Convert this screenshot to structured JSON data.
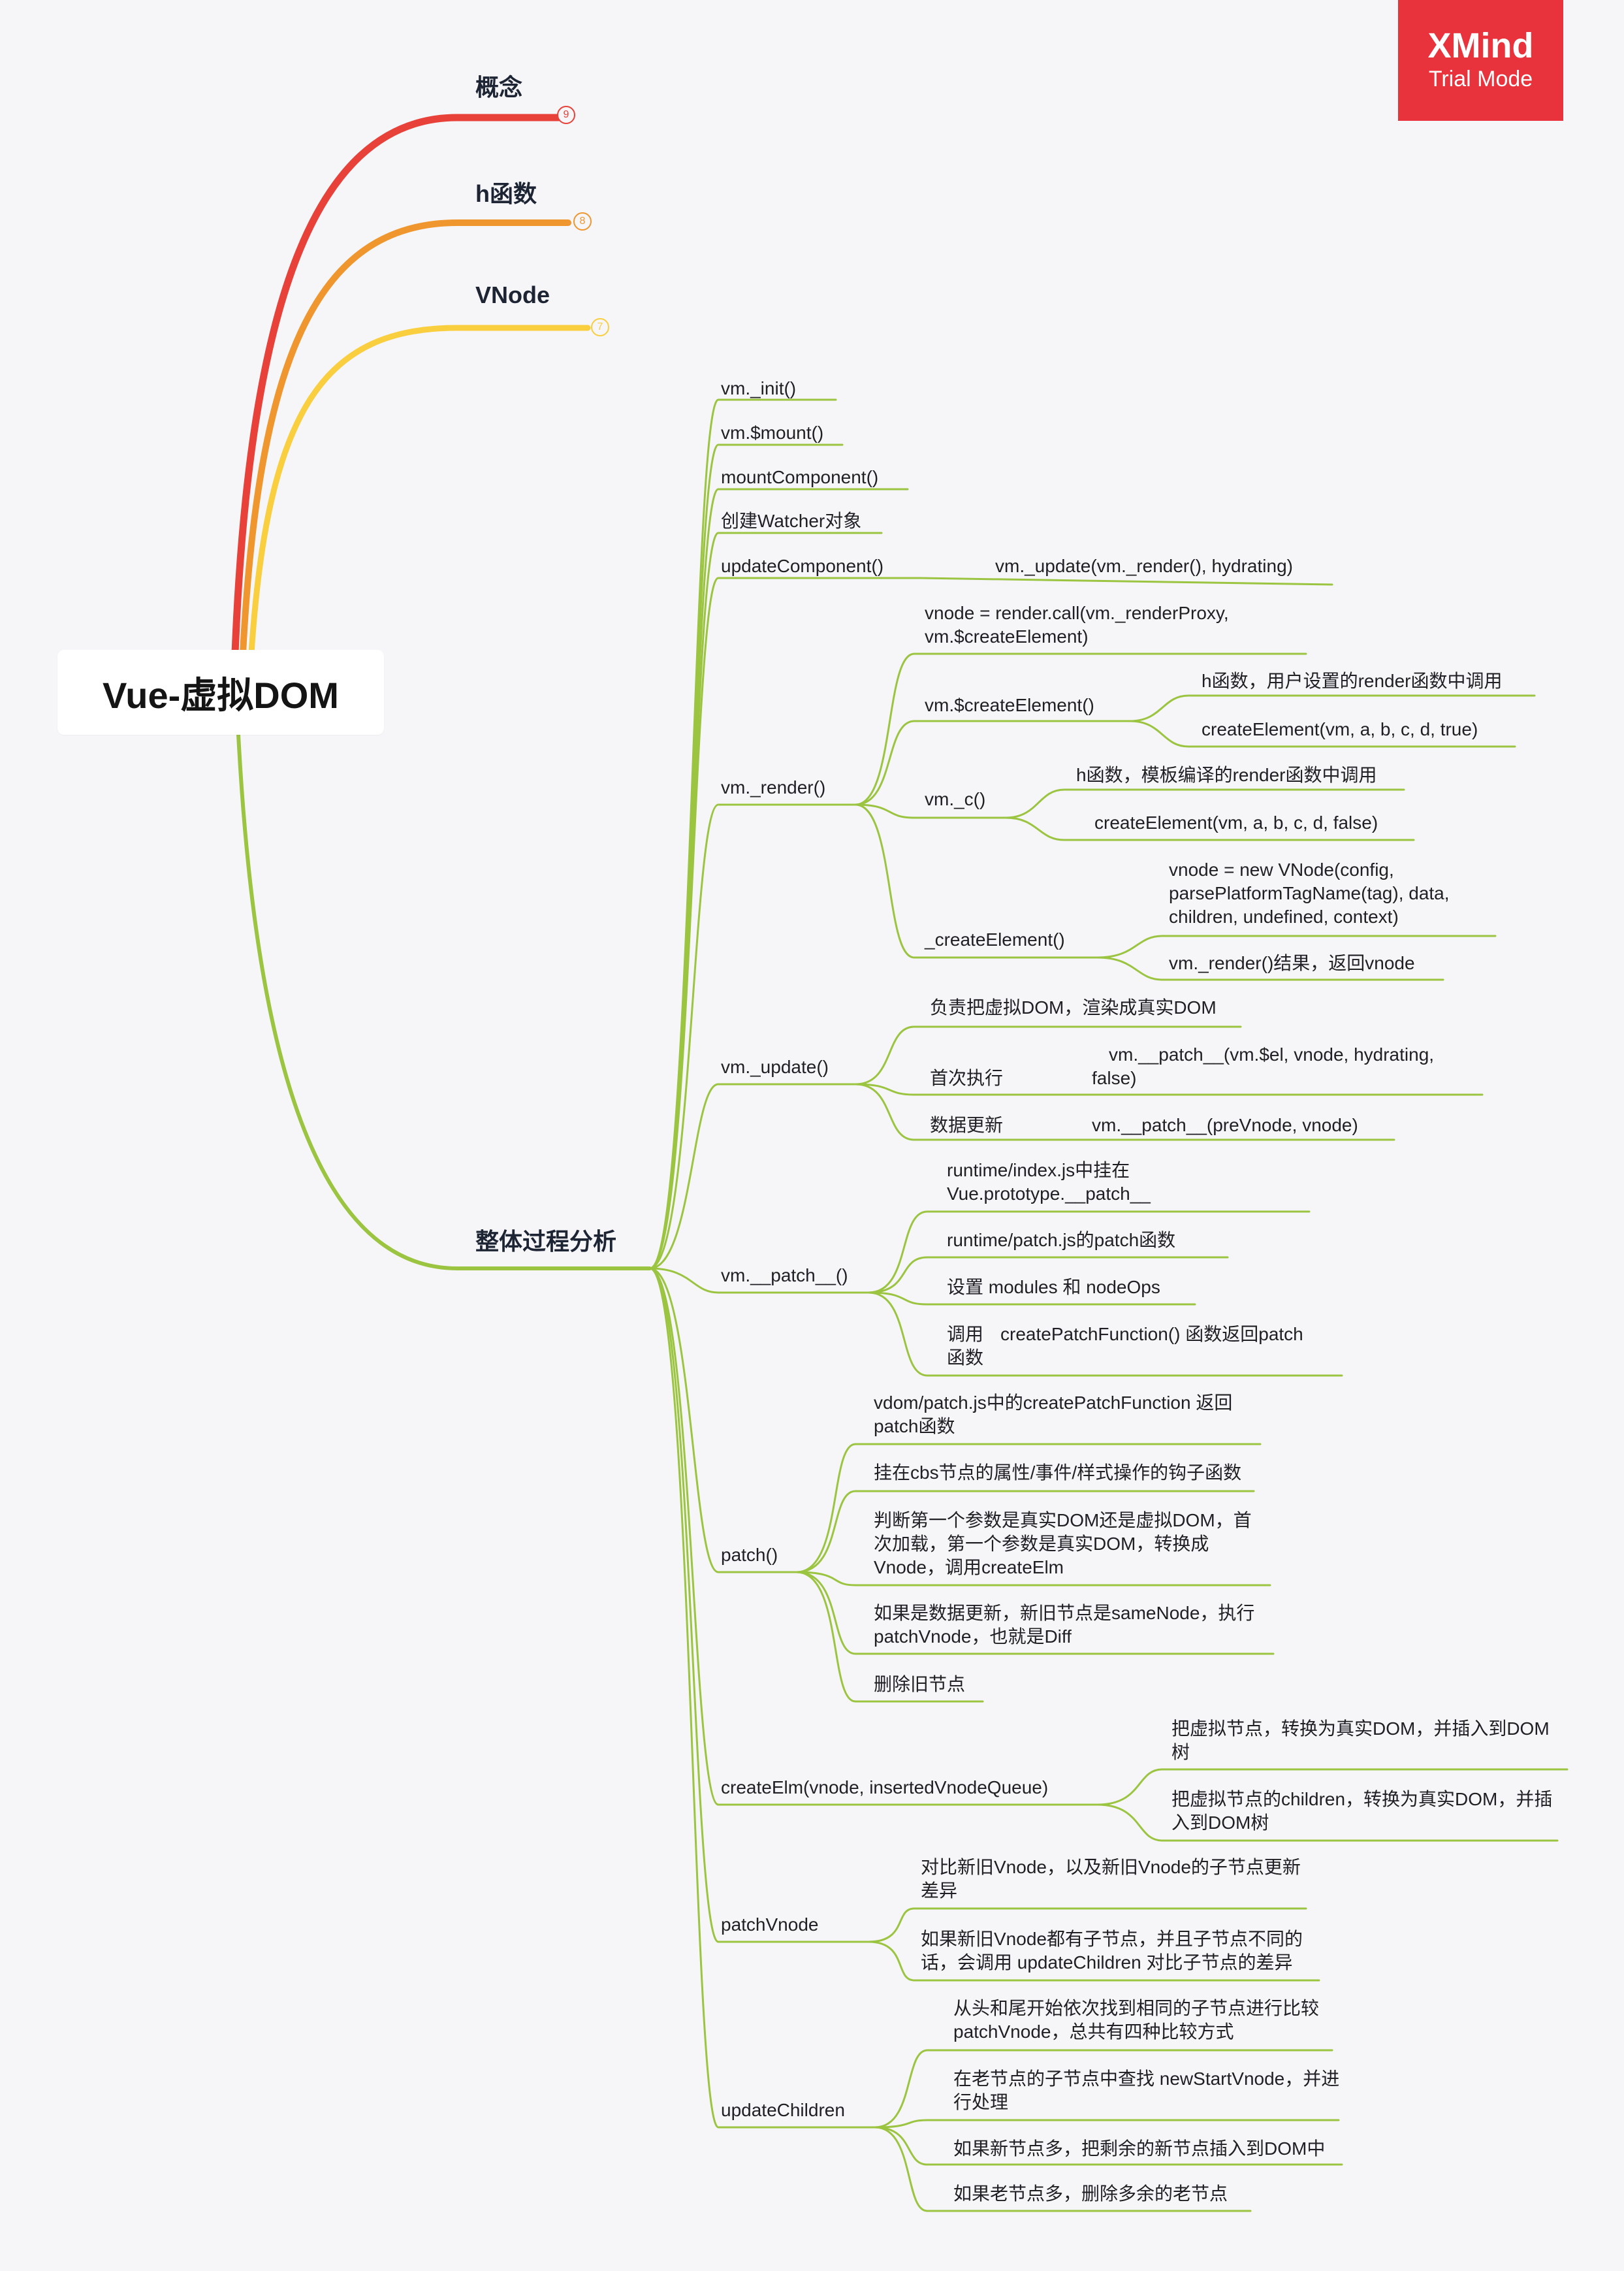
{
  "root": {
    "title": "Vue-虚拟DOM"
  },
  "watermark": {
    "brand": "XMind",
    "mode": "Trial Mode"
  },
  "colors": {
    "red": "#e8413a",
    "orange": "#f0962e",
    "yellow": "#f9ce3f",
    "green": "#9bc441"
  },
  "branches": [
    {
      "label": "概念",
      "count": "9"
    },
    {
      "label": "h函数",
      "count": "8"
    },
    {
      "label": "VNode",
      "count": "7"
    },
    {
      "label": "整体过程分析"
    }
  ],
  "steps": [
    {
      "label": "vm._init()"
    },
    {
      "label": "vm.$mount()"
    },
    {
      "label": "mountComponent()"
    },
    {
      "label": "创建Watcher对象"
    },
    {
      "label": "updateComponent()",
      "children": [
        {
          "label": "vm._update(vm._render(), hydrating)"
        }
      ]
    },
    {
      "label": "vm._render()",
      "children": [
        {
          "label": "vnode = render.call(vm._renderProxy, vm.$createElement)"
        },
        {
          "label": "vm.$createElement()",
          "children": [
            {
              "label": "h函数，用户设置的render函数中调用"
            },
            {
              "label": "createElement(vm, a, b, c, d, true)"
            }
          ]
        },
        {
          "label": "vm._c()",
          "children": [
            {
              "label": "h函数，模板编译的render函数中调用"
            },
            {
              "label": "createElement(vm, a, b, c, d, false)"
            }
          ]
        },
        {
          "label": "_createElement()",
          "children": [
            {
              "label": "vnode = new VNode(config, parsePlatformTagName(tag), data, children, undefined, context)"
            },
            {
              "label": "vm._render()结果，返回vnode"
            }
          ]
        }
      ]
    },
    {
      "label": "vm._update()",
      "children": [
        {
          "label": "负责把虚拟DOM，渲染成真实DOM"
        },
        {
          "label": "首次执行",
          "children": [
            {
              "label": "vm.__patch__(vm.$el, vnode, hydrating, false)"
            }
          ]
        },
        {
          "label": "数据更新",
          "children": [
            {
              "label": "vm.__patch__(preVnode, vnode)"
            }
          ]
        }
      ]
    },
    {
      "label": "vm.__patch__()",
      "children": [
        {
          "label": "runtime/index.js中挂在Vue.prototype.__patch__"
        },
        {
          "label": "runtime/patch.js的patch函数"
        },
        {
          "label": "设置 modules 和 nodeOps"
        },
        {
          "label": "调用 函数",
          "children": [
            {
              "label": "createPatchFunction() 函数返回patch"
            }
          ]
        }
      ]
    },
    {
      "label": "patch()",
      "children": [
        {
          "label": "vdom/patch.js中的createPatchFunction 返回patch函数"
        },
        {
          "label": "挂在cbs节点的属性/事件/样式操作的钩子函数"
        },
        {
          "label": "判断第一个参数是真实DOM还是虚拟DOM，首次加载，第一个参数是真实DOM，转换成Vnode，调用createElm"
        },
        {
          "label": "如果是数据更新，新旧节点是sameNode，执行patchVnode，也就是Diff"
        },
        {
          "label": "删除旧节点"
        }
      ]
    },
    {
      "label": "createElm(vnode, insertedVnodeQueue)",
      "children": [
        {
          "label": "把虚拟节点，转换为真实DOM，并插入到DOM树"
        },
        {
          "label": "把虚拟节点的children，转换为真实DOM，并插入到DOM树"
        }
      ]
    },
    {
      "label": "patchVnode",
      "children": [
        {
          "label": "对比新旧Vnode，以及新旧Vnode的子节点更新差异"
        },
        {
          "label": "如果新旧Vnode都有子节点，并且子节点不同的话，会调用 updateChildren 对比子节点的差异"
        }
      ]
    },
    {
      "label": "updateChildren",
      "children": [
        {
          "label": "从头和尾开始依次找到相同的子节点进行比较patchVnode，总共有四种比较方式"
        },
        {
          "label": "在老节点的子节点中查找 newStartVnode，并进行处理"
        },
        {
          "label": "如果新节点多，把剩余的新节点插入到DOM中"
        },
        {
          "label": "如果老节点多，删除多余的老节点"
        }
      ]
    }
  ]
}
